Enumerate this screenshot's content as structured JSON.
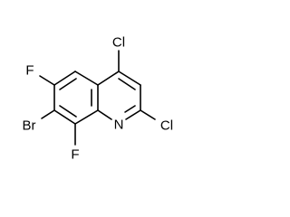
{
  "molecule": {
    "atoms": [
      {
        "id": "F6",
        "label": "F"
      },
      {
        "id": "Cl4",
        "label": "Cl"
      },
      {
        "id": "Br7",
        "label": "Br"
      },
      {
        "id": "N1",
        "label": "N"
      },
      {
        "id": "Cl2",
        "label": "Cl"
      },
      {
        "id": "F8",
        "label": "F"
      }
    ]
  }
}
